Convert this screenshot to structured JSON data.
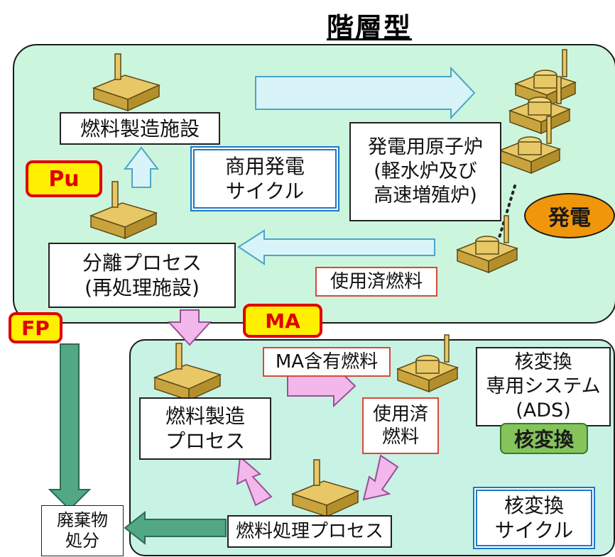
{
  "title": "階層型",
  "upper": {
    "fuel_facility": "燃料製造施設",
    "commercial_cycle": [
      "商用発電",
      "サイクル"
    ],
    "reactor": [
      "発電用原子炉",
      "(軽水炉及び",
      "高速増殖炉)"
    ],
    "power": "発電",
    "pu_tag": "Pu",
    "separation": [
      "分離プロセス",
      "(再処理施設)"
    ],
    "spent_fuel": "使用済燃料"
  },
  "tags": {
    "fp": "FP",
    "ma": "MA"
  },
  "lower": {
    "ma_fuel": "MA含有燃料",
    "fuel_process": [
      "燃料製造",
      "プロセス"
    ],
    "spent_fuel": [
      "使用済",
      "燃料"
    ],
    "ads": [
      "核変換",
      "専用システム",
      "(ADS)"
    ],
    "transmutation": "核変換",
    "fuel_treatment": "燃料処理プロセス",
    "transmutation_cycle": [
      "核変換",
      "サイクル"
    ]
  },
  "waste": [
    "廃棄物",
    "処分"
  ],
  "colors": {
    "upper_panel": "#ccf5dd",
    "lower_panel": "#c7f2e4",
    "blue_arrow": "#d8f4f8",
    "pink_arrow": "#f2b8ec",
    "green_arrow": "#52a884",
    "tag_fill": "#ffef00",
    "tag_border": "#e00000",
    "power_oval": "#f0960a",
    "transmutation_badge": "#84c45a"
  }
}
